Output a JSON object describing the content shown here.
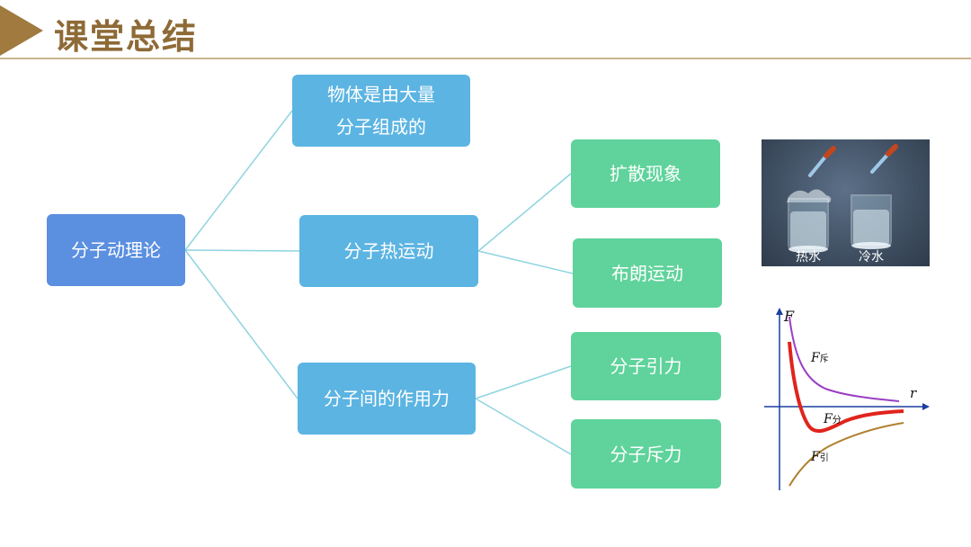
{
  "header": {
    "title": "课堂总结"
  },
  "mindmap": {
    "root": "分子动理论",
    "branches": {
      "composition": [
        "物体是由大量",
        "分子组成的"
      ],
      "thermal_motion": "分子热运动",
      "intermolecular_force": "分子间的作用力"
    },
    "leaves": {
      "diffusion": "扩散现象",
      "brownian": "布朗运动",
      "attraction": "分子引力",
      "repulsion": "分子斥力"
    }
  },
  "photo": {
    "hot_water_label": "热水",
    "cold_water_label": "冷水"
  },
  "force_graph": {
    "y_axis_label": "F",
    "x_axis_label": "r",
    "repulsion_label": "F",
    "repulsion_subscript": "斥",
    "net_label": "F",
    "net_subscript": "分",
    "attraction_label": "F",
    "attraction_subscript": "引",
    "colors": {
      "repulsion": "#9b3fc4",
      "net": "#e0241c",
      "attraction": "#b08030"
    }
  }
}
